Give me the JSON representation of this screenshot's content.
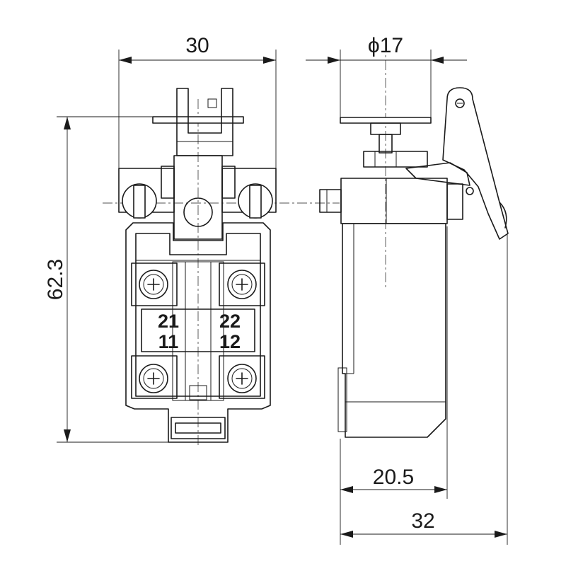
{
  "dimensions": {
    "front_width": "30",
    "cap_diameter": "ϕ17",
    "height": "62.3",
    "body_depth": "20.5",
    "total_depth": "32"
  },
  "terminals": {
    "top_left": "21",
    "top_right": "22",
    "bottom_left": "11",
    "bottom_right": "12"
  },
  "lever_marking": "θ"
}
